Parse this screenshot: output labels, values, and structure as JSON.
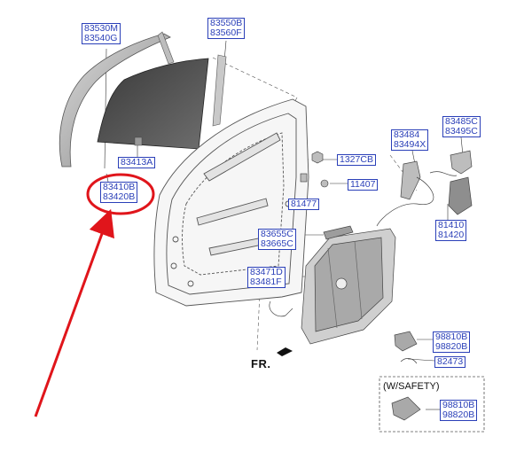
{
  "labels": {
    "l83530": [
      "83530M",
      "83540G"
    ],
    "l83550": [
      "83550B",
      "83560F"
    ],
    "l83413": [
      "83413A"
    ],
    "l83410": [
      "83410B",
      "83420B"
    ],
    "l1327": [
      "1327CB"
    ],
    "l11407": [
      "11407"
    ],
    "l81477": [
      "81477"
    ],
    "l83484": [
      "83484",
      "83494X"
    ],
    "l83485": [
      "83485C",
      "83495C"
    ],
    "l81410": [
      "81410",
      "81420"
    ],
    "l83655": [
      "83655C",
      "83665C"
    ],
    "l83471": [
      "83471D",
      "83481F"
    ],
    "l98810a": [
      "98810B",
      "98820B"
    ],
    "l82473": [
      "82473"
    ],
    "l98810b": [
      "98810B",
      "98820B"
    ]
  },
  "fr_label": "FR.",
  "safety_label": "(W/SAFETY)",
  "colors": {
    "label_blue": "#2a3fb8",
    "highlight": "#a3a31f",
    "circle_red": "#e0151b"
  }
}
